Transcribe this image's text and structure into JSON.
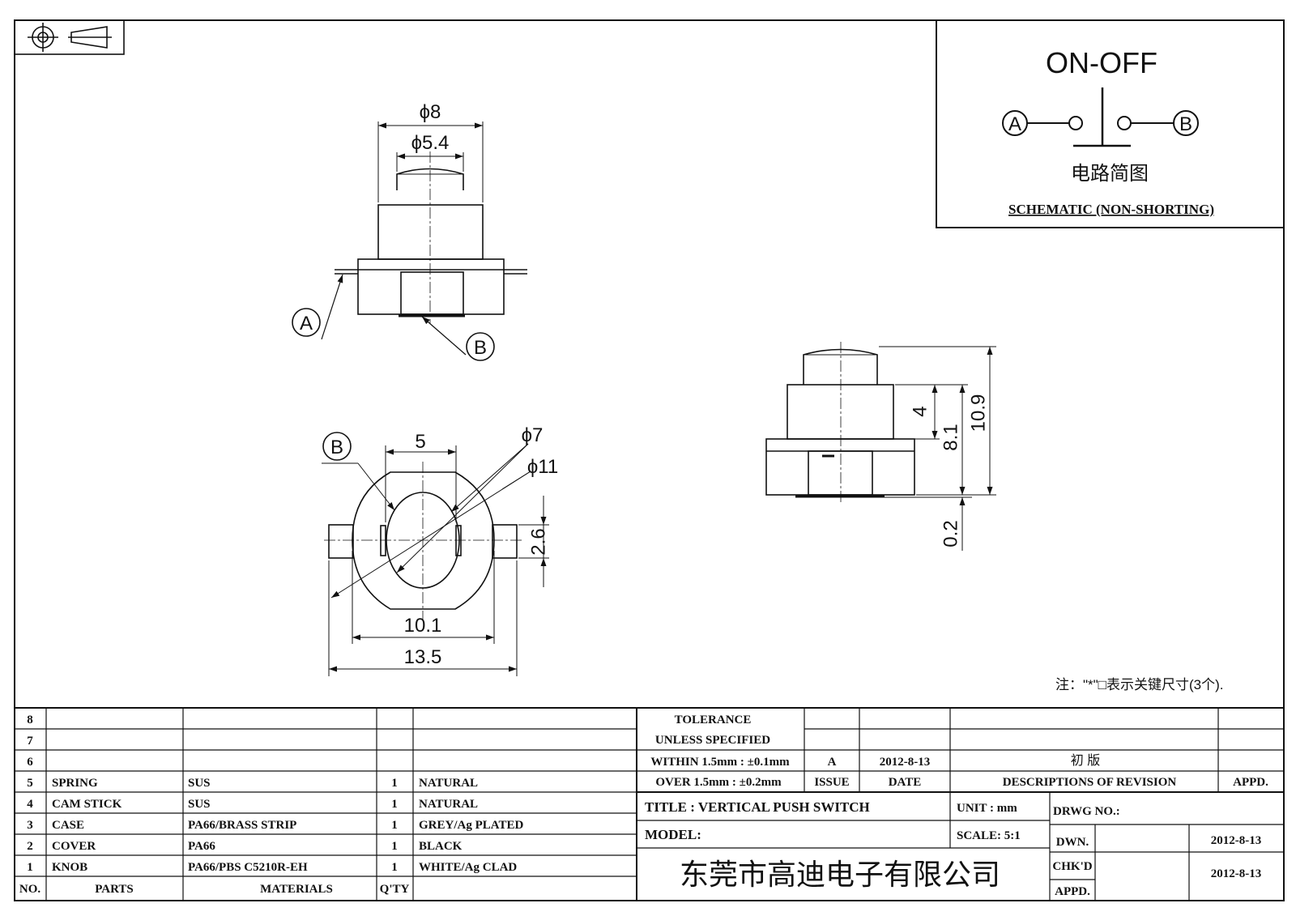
{
  "projection_symbol": "projection-symbol",
  "schematic": {
    "heading": "ON-OFF",
    "terminal_a": "A",
    "terminal_b": "B",
    "caption_cn": "电路简图",
    "caption_en": "SCHEMATIC (NON-SHORTING)"
  },
  "views": {
    "front": {
      "dim_outer_dia": "ϕ8",
      "dim_inner_dia": "ϕ5.4",
      "label_a": "A",
      "label_b": "B"
    },
    "top": {
      "label_b": "B",
      "dim_width": "5",
      "dim_dia_7": "ϕ7",
      "dim_dia_11": "ϕ11",
      "dim_pin": "2.6",
      "dim_inner": "10.1",
      "dim_outer": "13.5"
    },
    "side": {
      "dim_4": "4",
      "dim_8_1": "8.1",
      "dim_10_9": "10.9",
      "dim_0_2": "0.2"
    }
  },
  "note": "注：\"*\"□表示关键尺寸(3个).",
  "bom": {
    "header": {
      "no": "NO.",
      "parts": "PARTS",
      "materials": "MATERIALS",
      "qty": "Q'TY"
    },
    "rows": [
      {
        "no": "8",
        "part": "",
        "material": "",
        "qty": "",
        "finish": ""
      },
      {
        "no": "7",
        "part": "",
        "material": "",
        "qty": "",
        "finish": ""
      },
      {
        "no": "6",
        "part": "",
        "material": "",
        "qty": "",
        "finish": ""
      },
      {
        "no": "5",
        "part": "SPRING",
        "material": "SUS",
        "qty": "1",
        "finish": "NATURAL"
      },
      {
        "no": "4",
        "part": "CAM STICK",
        "material": "SUS",
        "qty": "1",
        "finish": "NATURAL"
      },
      {
        "no": "3",
        "part": "CASE",
        "material": "PA66/BRASS STRIP",
        "qty": "1",
        "finish": "GREY/Ag PLATED"
      },
      {
        "no": "2",
        "part": "COVER",
        "material": "PA66",
        "qty": "1",
        "finish": "BLACK"
      },
      {
        "no": "1",
        "part": "KNOB",
        "material": "PA66/PBS C5210R-EH",
        "qty": "1",
        "finish": "WHITE/Ag CLAD"
      }
    ]
  },
  "tolerance": {
    "line1": "TOLERANCE",
    "line2": "UNLESS  SPECIFIED",
    "line3": "WITHIN 1.5mm : ±0.1mm",
    "line4": "OVER 1.5mm : ±0.2mm"
  },
  "revision": {
    "issue": "A",
    "date": "2012-8-13",
    "description": "初  版",
    "hdr_issue": "ISSUE",
    "hdr_date": "DATE",
    "hdr_desc": "DESCRIPTIONS OF REVISION",
    "hdr_appd": "APPD."
  },
  "title_block": {
    "title": "TITLE :  VERTICAL PUSH SWITCH",
    "unit": "UNIT :  mm",
    "drwg_no": "DRWG NO.:",
    "model": "MODEL:",
    "scale": "SCALE:  5:1",
    "company": "东莞市高迪电子有限公司",
    "dwn_label": "DWN.",
    "dwn_date": "2012-8-13",
    "chkd_label": "CHK'D",
    "chkd_date": "2012-8-13",
    "appd_label": "APPD."
  }
}
